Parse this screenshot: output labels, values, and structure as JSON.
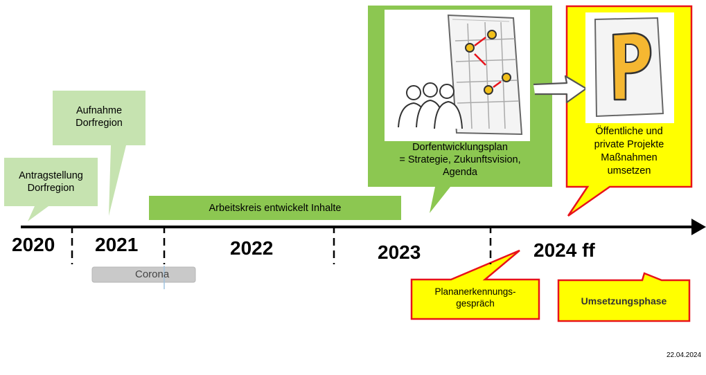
{
  "colors": {
    "light_green": "#c6e3b0",
    "green": "#8cc751",
    "yellow": "#ffff00",
    "red": "#e8121a",
    "grey": "#c9c9c9",
    "axis": "#000000"
  },
  "callouts": {
    "antrag": {
      "line1": "Antragstellung",
      "line2": "Dorfregion"
    },
    "aufnahme": {
      "line1": "Aufnahme",
      "line2": "Dorfregion"
    },
    "dep": {
      "line1": "Dorfentwicklungsplan",
      "line2": "= Strategie, Zukunftsvision,",
      "line3": "Agenda"
    },
    "projekte": {
      "line1": "Öffentliche und",
      "line2": "private Projekte",
      "line3": "Maßnahmen",
      "line4": "umsetzen"
    }
  },
  "bar_label": "Arbeitskreis entwickelt Inhalte",
  "years": [
    "2020",
    "2021",
    "2022",
    "2023",
    "2024 ff"
  ],
  "corona_label": "Corona",
  "plan_label": {
    "line1": "Plananerkennungs-",
    "line2": "gespräch"
  },
  "umsetzung_label": "Umsetzungsphase",
  "date": "22.04.2024",
  "icons": [
    "planning-meeting-illustration",
    "parking-sign-document-illustration",
    "arrow-right-icon"
  ]
}
